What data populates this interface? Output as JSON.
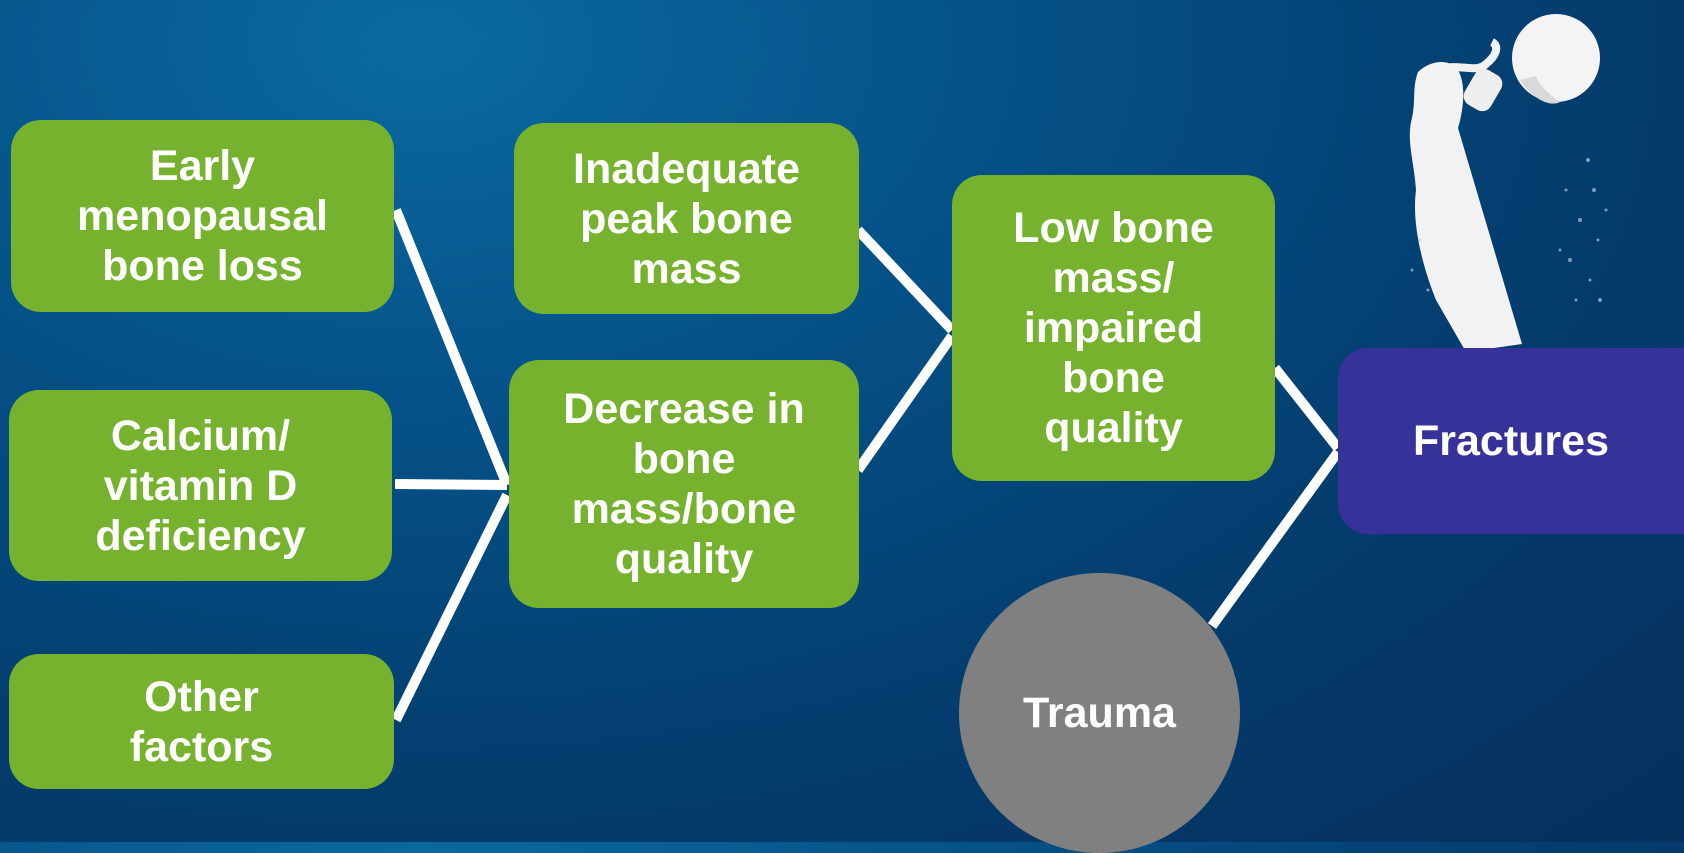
{
  "nodes": {
    "early_menopausal": "Early\nmenopausal\nbone loss",
    "calcium_vitamin_d": "Calcium/\nvitamin D\ndeficiency",
    "other_factors": "Other\nfactors",
    "inadequate_peak": "Inadequate\npeak bone\nmass",
    "decrease_bone_mass": "Decrease in\nbone\nmass/bone\nquality",
    "low_bone_mass": "Low bone\nmass/\nimpaired\nbone\nquality",
    "trauma": "Trauma",
    "fractures": "Fractures"
  },
  "colors": {
    "green": "#77b22f",
    "purple": "#37319a",
    "gray": "#808080",
    "connector": "#ffffff",
    "background": "#05538a"
  },
  "icons": {
    "bone_image": "femur-bone-icon"
  }
}
